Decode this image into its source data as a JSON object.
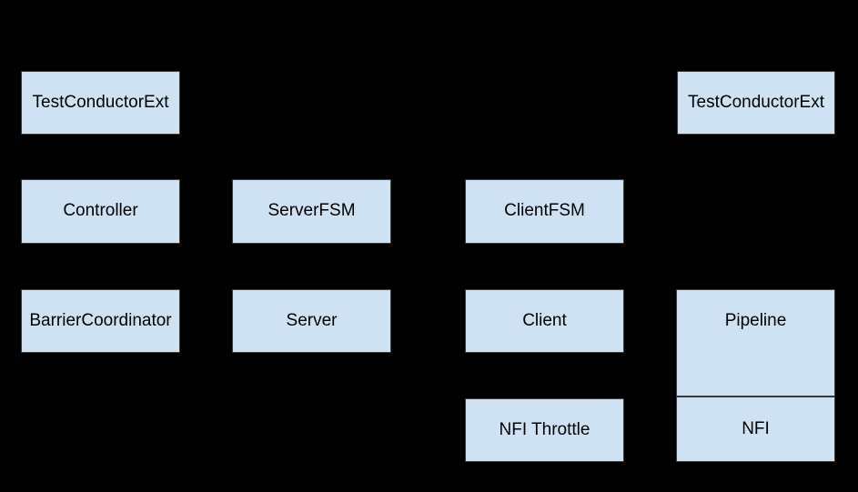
{
  "diagram": {
    "type": "block-diagram",
    "colors": {
      "background": "#000000",
      "node_fill": "#cfe2f3",
      "node_border": "#3a3a3a",
      "node_text": "#000000"
    },
    "nodes": [
      {
        "id": "testconductorext-left",
        "label": "TestConductorExt"
      },
      {
        "id": "controller",
        "label": "Controller"
      },
      {
        "id": "barriercoordinator",
        "label": "BarrierCoordinator"
      },
      {
        "id": "serverfsm",
        "label": "ServerFSM"
      },
      {
        "id": "server",
        "label": "Server"
      },
      {
        "id": "clientfsm",
        "label": "ClientFSM"
      },
      {
        "id": "client",
        "label": "Client"
      },
      {
        "id": "nfi-throttle",
        "label": "NFI Throttle"
      },
      {
        "id": "testconductorext-right",
        "label": "TestConductorExt"
      },
      {
        "id": "pipeline",
        "label": "Pipeline"
      },
      {
        "id": "nfi",
        "label": "NFI"
      }
    ]
  }
}
